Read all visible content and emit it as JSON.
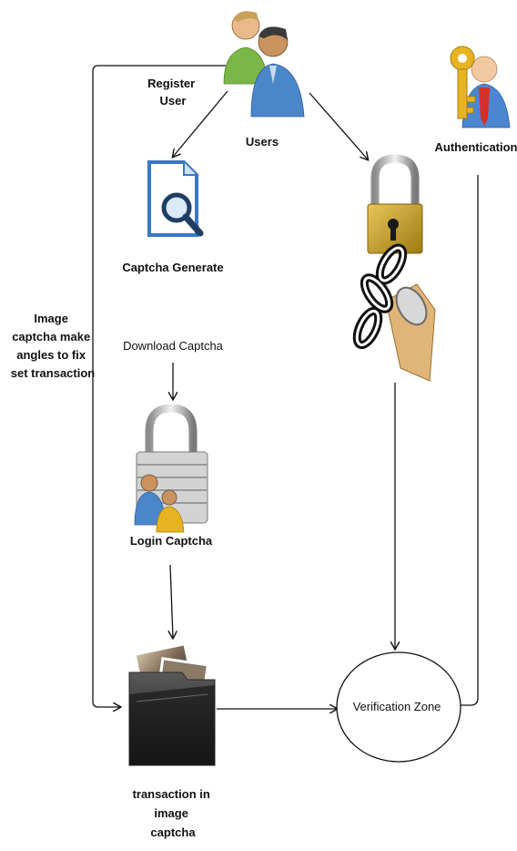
{
  "nodes": {
    "users": {
      "label": "Users",
      "icon": "users-icon"
    },
    "authentication": {
      "label": "Authentication",
      "icon": "key-user-icon"
    },
    "captcha_generate": {
      "label": "Captcha Generate",
      "icon": "document-search-icon"
    },
    "lock_key": {
      "label": "",
      "icon": "padlock-chain-keys-icon"
    },
    "login_captcha": {
      "label": "Login Captcha",
      "icon": "padlock-users-icon"
    },
    "transaction_image_captcha": {
      "label": "transaction in\nimage\ncaptcha",
      "icon": "photo-folder-icon"
    },
    "verification_zone": {
      "label": "Verification Zone",
      "icon": ""
    }
  },
  "edge_labels": {
    "register_user": "Register\nUser",
    "download_captcha": "Download Captcha",
    "image_captcha_note": "Image\ncaptcha make\nangles to fix\nset transaction"
  },
  "colors": {
    "line": "#111111",
    "users_green": "#7ab648",
    "users_blue": "#4a86c8",
    "lock_gold": "#c9a227",
    "key_gold": "#e6b422",
    "doc_blue": "#3a78c2"
  }
}
